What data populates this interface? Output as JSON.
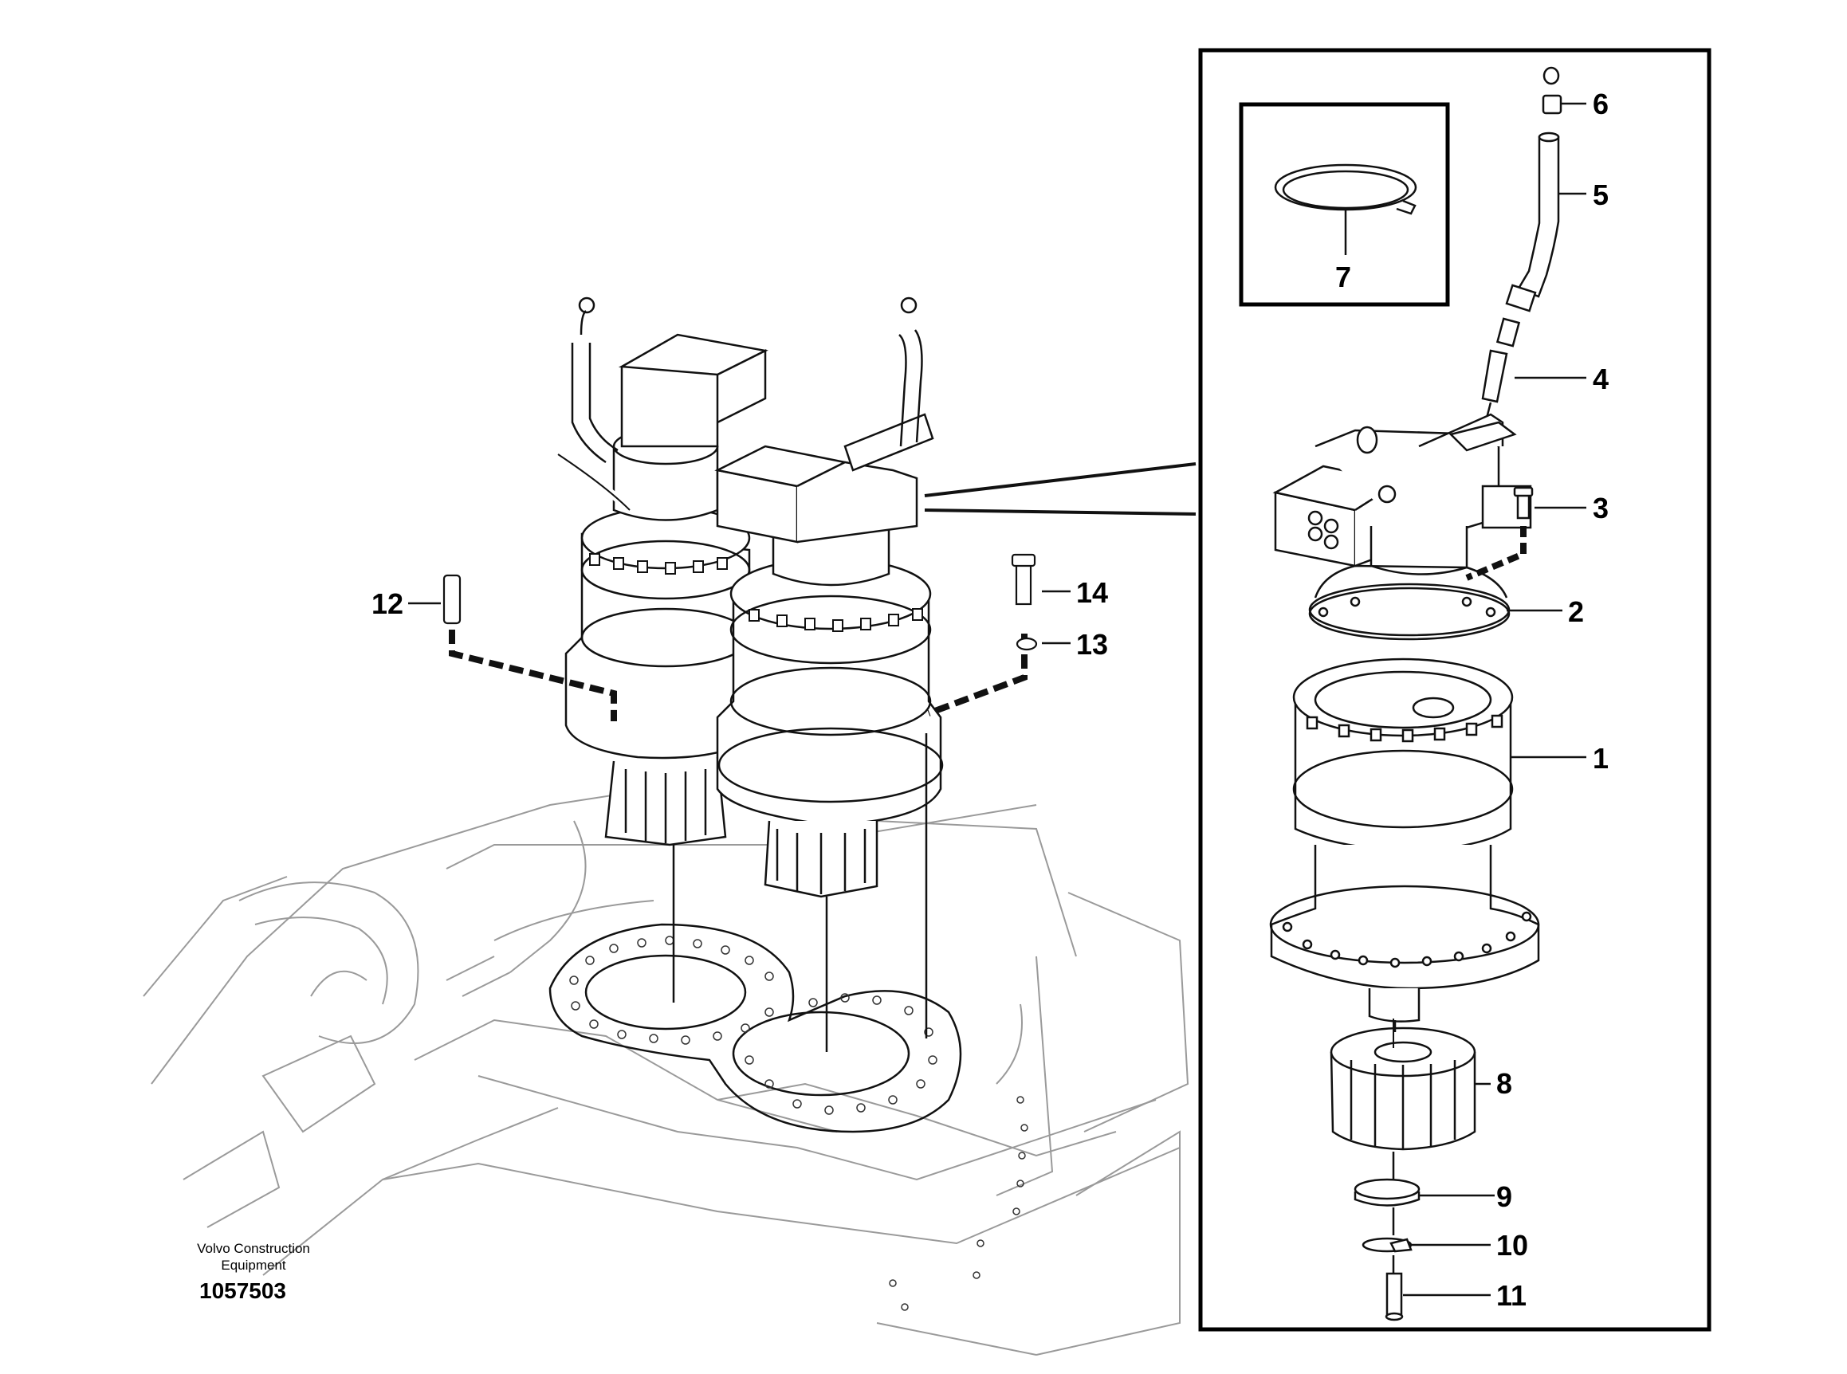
{
  "callouts": {
    "c1": "1",
    "c2": "2",
    "c3": "3",
    "c4": "4",
    "c5": "5",
    "c6": "6",
    "c7": "7",
    "c8": "8",
    "c9": "9",
    "c10": "10",
    "c11": "11",
    "c12": "12",
    "c13": "13",
    "c14": "14"
  },
  "footer": {
    "company_line1": "Volvo Construction",
    "company_line2": "Equipment",
    "doc_number": "1057503"
  },
  "colors": {
    "line": "#000000",
    "faint_line": "#9a9a9a",
    "background": "#ffffff"
  }
}
